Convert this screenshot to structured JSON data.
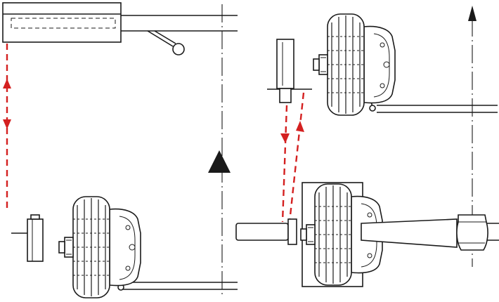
{
  "diagram": {
    "type": "wheel alignment measurement illustration",
    "views": [
      "top-left",
      "bottom-left",
      "top-right",
      "bottom-right"
    ],
    "icons": [
      "wheel-icon",
      "measuring-gauge-icon",
      "direction-arrow-icon"
    ],
    "colors": {
      "line": "#1a1a1a",
      "measurement": "#d42020",
      "background": "#ffffff"
    }
  }
}
